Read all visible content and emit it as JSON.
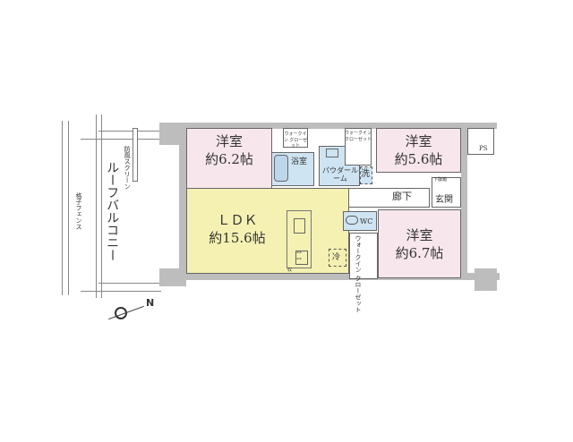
{
  "balcony": {
    "name": "ルーフバルコニー",
    "screen": "防風スクリーン",
    "fence": "格子フェンス"
  },
  "rooms": {
    "western1": {
      "name": "洋室",
      "size": "約6.2帖"
    },
    "western2": {
      "name": "洋室",
      "size": "約5.6帖"
    },
    "western3": {
      "name": "洋室",
      "size": "約6.7帖"
    },
    "ldk": {
      "name": "ＬＤＫ",
      "size": "約15.6帖"
    },
    "bath": "浴室",
    "powder": "パウダールーム",
    "laundry": "洗",
    "corridor": "廊下",
    "entrance": "玄関",
    "shoe": "下駄箱",
    "wc": "WC",
    "ps": "PS",
    "fridge": "冷",
    "storage": "収",
    "wic1": "ウォークイン クローゼット",
    "wic2": "ウォークイン クローゼット",
    "wic3": "ウォークイン クローゼット"
  },
  "compass": {
    "north": "N"
  },
  "colors": {
    "western": "#f7e7ed",
    "wet": "#cfe4f3",
    "ldk": "#f4f1b2",
    "wall": "#bdbdbd"
  }
}
